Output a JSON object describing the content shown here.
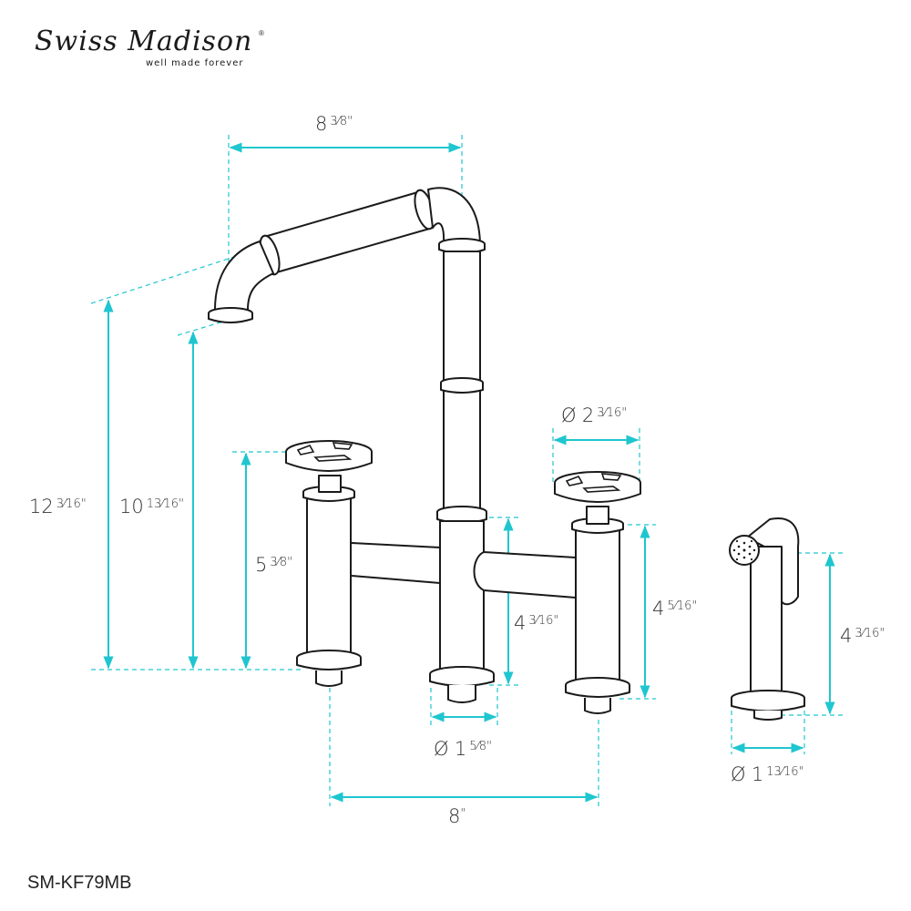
{
  "brand": {
    "name": "Swiss Madison",
    "tagline": "well made forever",
    "registered_mark": "®"
  },
  "model_number": "SM-KF79MB",
  "colors": {
    "dimension_line": "#1fc6d0",
    "outline": "#1a1a1a",
    "text": "#333333",
    "background": "#ffffff"
  },
  "dimensions": {
    "spout_reach": {
      "whole": "8",
      "frac": "3⁄8",
      "unit": "\""
    },
    "overall_height": {
      "whole": "12",
      "frac": "3⁄16",
      "unit": "\""
    },
    "spout_height": {
      "whole": "10",
      "frac": "13⁄16",
      "unit": "\""
    },
    "handle_height": {
      "whole": "5",
      "frac": "3⁄8",
      "unit": "\""
    },
    "handle_diameter": {
      "prefix": "Ø",
      "whole": "2",
      "frac": "3⁄16",
      "unit": "\""
    },
    "center_body_height": {
      "whole": "4",
      "frac": "3⁄16",
      "unit": "\""
    },
    "handle_body_height": {
      "whole": "4",
      "frac": "5⁄16",
      "unit": "\""
    },
    "base_diameter": {
      "prefix": "Ø",
      "whole": "1",
      "frac": "5⁄8",
      "unit": "\""
    },
    "center_spread": {
      "whole": "8",
      "frac": "",
      "unit": "\""
    },
    "sprayer_height": {
      "whole": "4",
      "frac": "3⁄16",
      "unit": "\""
    },
    "sprayer_base_diameter": {
      "prefix": "Ø",
      "whole": "1",
      "frac": "13⁄16",
      "unit": "\""
    }
  }
}
